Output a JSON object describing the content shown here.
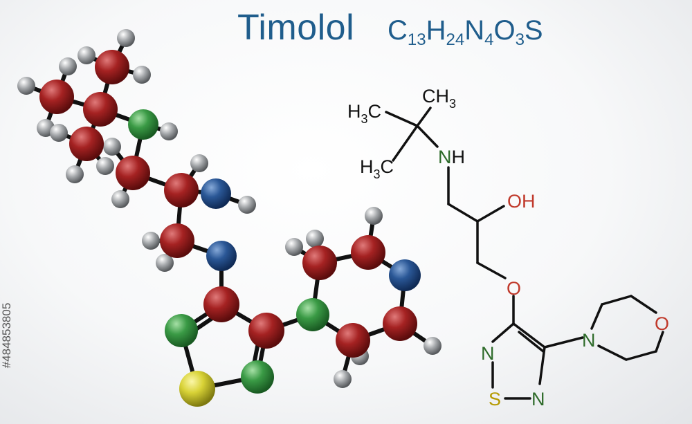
{
  "title": "Timolol",
  "formula": {
    "parts": [
      {
        "el": "C",
        "n": "13"
      },
      {
        "el": "H",
        "n": "24"
      },
      {
        "el": "N",
        "n": "4"
      },
      {
        "el": "O",
        "n": "3"
      },
      {
        "el": "S",
        "n": ""
      }
    ]
  },
  "stock_id": "#484853805",
  "structure_labels": {
    "ch3_top": "CH",
    "ch3_top_sub": "3",
    "h3c_left_h": "H",
    "h3c_left_sub": "3",
    "h3c_left_c": "C",
    "h3c_bottom_h": "H",
    "h3c_bottom_sub": "3",
    "h3c_bottom_c": "C",
    "amine_n": "N",
    "amine_h": "H",
    "hydroxyl": "OH",
    "ether_o": "O",
    "ring_n1": "N",
    "ring_s": "S",
    "ring_n2": "N",
    "morpholine_n": "N",
    "morpholine_o": "O"
  },
  "colors": {
    "title": "#1f5d8c",
    "carbon": "#9b1b1b",
    "hydrogen": "#8a8d90",
    "nitrogen_ball": "#1f4f8f",
    "nitrogen_label": "#2e6b2a",
    "oxygen_ball": "#2f8a3a",
    "sulfur_ball": "#c9c426",
    "oxygen_label": "#c0392b",
    "sulfur_label": "#b59a00",
    "bond": "#111111"
  },
  "atom_legend_icons": [
    "carbon-ball-icon",
    "hydrogen-ball-icon",
    "nitrogen-ball-icon",
    "oxygen-ball-icon",
    "sulfur-ball-icon"
  ]
}
